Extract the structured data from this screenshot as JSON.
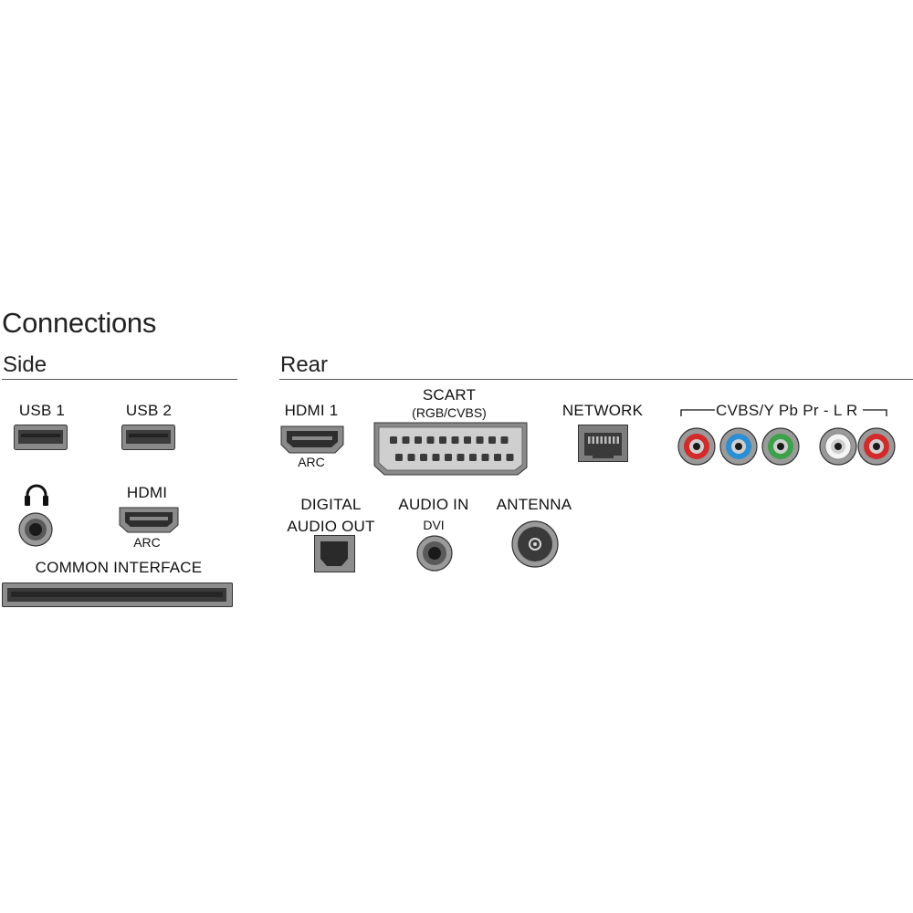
{
  "title": "Connections",
  "side": {
    "heading": "Side",
    "usb1": "USB 1",
    "usb2": "USB 2",
    "hdmi": "HDMI",
    "hdmi_sub": "ARC",
    "common_interface": "COMMON INTERFACE"
  },
  "rear": {
    "heading": "Rear",
    "hdmi1": "HDMI 1",
    "hdmi1_sub": "ARC",
    "scart": "SCART",
    "scart_sub": "(RGB/CVBS)",
    "network": "NETWORK",
    "component_label": "CVBS/Y Pb Pr - L R",
    "digital_audio_out_line1": "DIGITAL",
    "digital_audio_out_line2": "AUDIO OUT",
    "audio_in": "AUDIO IN",
    "audio_in_sub": "DVI",
    "antenna": "ANTENNA"
  },
  "colors": {
    "rca_red": "#d42a2a",
    "rca_blue": "#2a8fd4",
    "rca_green": "#3ba24a",
    "rca_white": "#f4f4f4",
    "port_dark": "#3a3a3a",
    "port_mid": "#7a7a7a"
  },
  "icons": {
    "headphone": "headphone-icon"
  }
}
